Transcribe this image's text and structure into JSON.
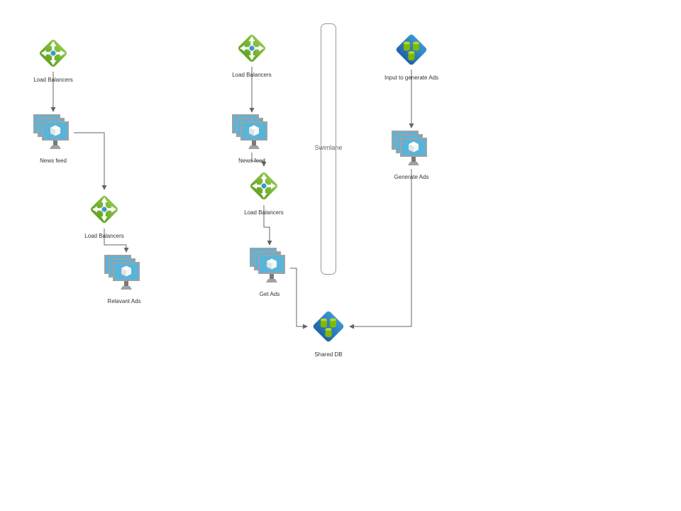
{
  "canvas": {
    "background": "#ffffff"
  },
  "colors": {
    "load_balancer_green_light": "#8ec549",
    "load_balancer_green_dark": "#62a420",
    "load_balancer_center_blue": "#3999c6",
    "db_diamond_blue_light": "#3a97d4",
    "db_diamond_blue_dark": "#1f63a8",
    "db_cylinder_green": "#7fba00",
    "db_cylinder_top_green": "#b8d432",
    "vm_screen_blue": "#59b4d9",
    "vm_frame_gray": "#a0a1a2",
    "connector_gray": "#666666",
    "label_text": "#333333",
    "swimlane_border": "#999999"
  },
  "swimlane": {
    "label": "Swimlane"
  },
  "nodes": [
    {
      "id": "lb-left-top",
      "type": "load-balancer-icon",
      "label": "Load Balancers"
    },
    {
      "id": "news-feed-left",
      "type": "vm-stack-icon",
      "label": "News feed"
    },
    {
      "id": "lb-left-bottom",
      "type": "load-balancer-icon",
      "label": "Load Balancers"
    },
    {
      "id": "relavant-ads",
      "type": "vm-stack-icon",
      "label": "Relavant Ads"
    },
    {
      "id": "lb-mid-top",
      "type": "load-balancer-icon",
      "label": "Load Balancers"
    },
    {
      "id": "news-feed-mid",
      "type": "vm-stack-icon",
      "label": "News feed"
    },
    {
      "id": "lb-mid-bottom",
      "type": "load-balancer-icon",
      "label": "Load Balancers"
    },
    {
      "id": "get-ads",
      "type": "vm-stack-icon",
      "label": "Get Ads"
    },
    {
      "id": "shared-db",
      "type": "database-diamond-icon",
      "label": "Shared DB"
    },
    {
      "id": "input-to-generate-ads",
      "type": "database-diamond-icon",
      "label": "Input to generate Ads"
    },
    {
      "id": "generate-ads",
      "type": "vm-stack-icon",
      "label": "Generate Ads"
    }
  ],
  "edges": [
    {
      "from": "lb-left-top",
      "to": "news-feed-left"
    },
    {
      "from": "news-feed-left",
      "to": "lb-left-bottom"
    },
    {
      "from": "lb-left-bottom",
      "to": "relavant-ads"
    },
    {
      "from": "lb-mid-top",
      "to": "news-feed-mid"
    },
    {
      "from": "news-feed-mid",
      "to": "lb-mid-bottom"
    },
    {
      "from": "lb-mid-bottom",
      "to": "get-ads"
    },
    {
      "from": "get-ads",
      "to": "shared-db"
    },
    {
      "from": "input-to-generate-ads",
      "to": "generate-ads"
    },
    {
      "from": "generate-ads",
      "to": "shared-db"
    }
  ]
}
